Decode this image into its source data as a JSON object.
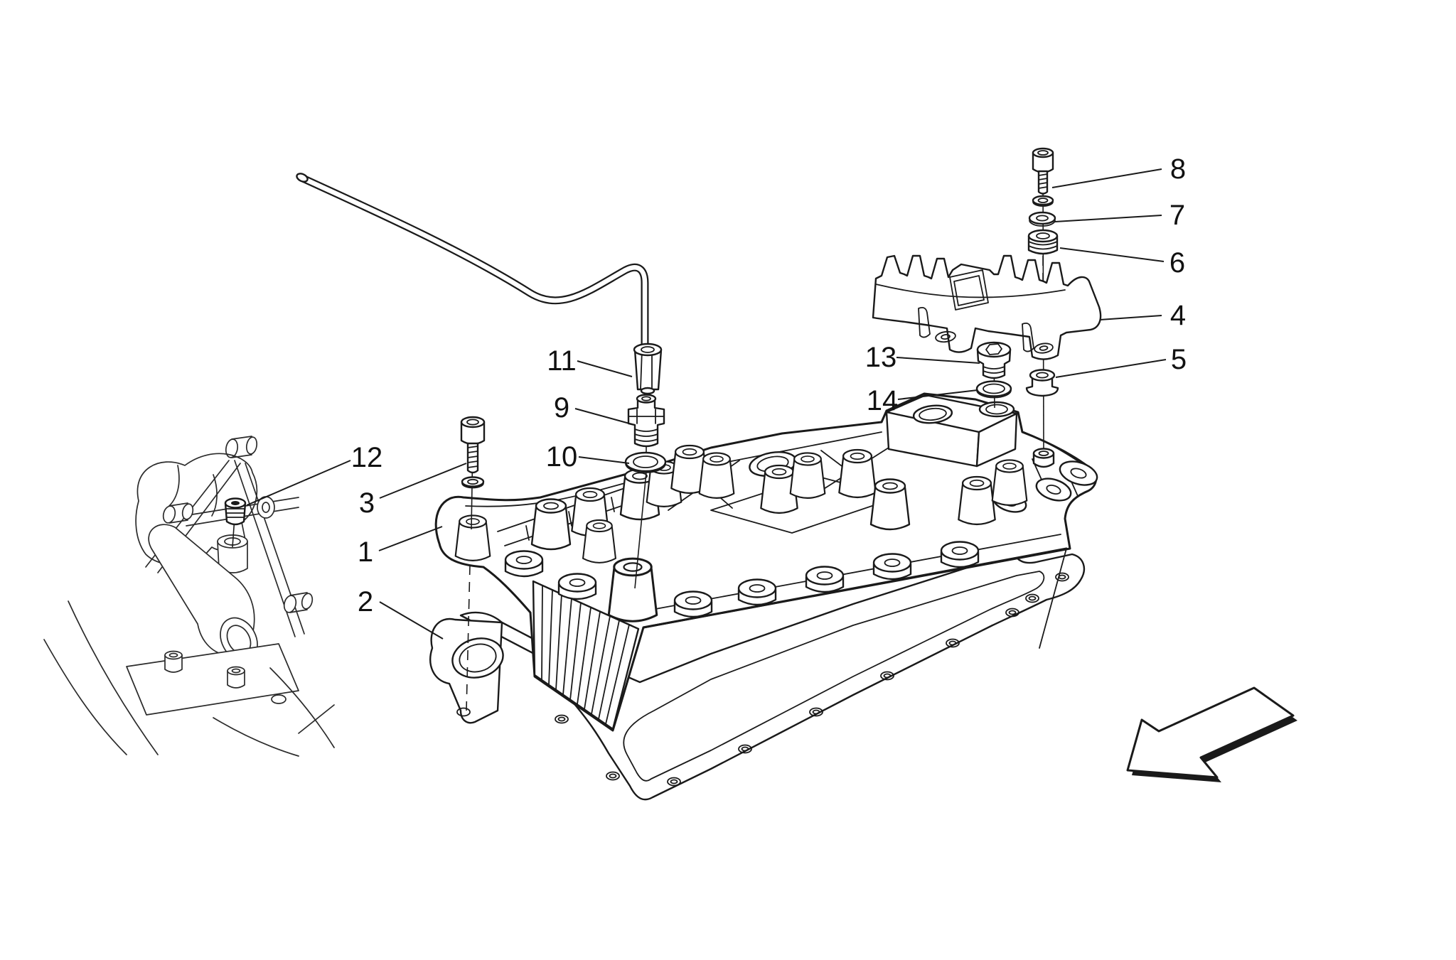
{
  "diagram": {
    "background_color": "#ffffff",
    "line_color": "#1a1a1a",
    "label_color": "#111111",
    "callouts": [
      {
        "label": "1"
      },
      {
        "label": "2"
      },
      {
        "label": "3"
      },
      {
        "label": "4"
      },
      {
        "label": "5"
      },
      {
        "label": "6"
      },
      {
        "label": "7"
      },
      {
        "label": "8"
      },
      {
        "label": "9"
      },
      {
        "label": "10"
      },
      {
        "label": "11"
      },
      {
        "label": "12"
      },
      {
        "label": "13"
      },
      {
        "label": "14"
      }
    ],
    "icons": {
      "direction_arrow": "block-arrow-pointing-lower-left"
    }
  }
}
